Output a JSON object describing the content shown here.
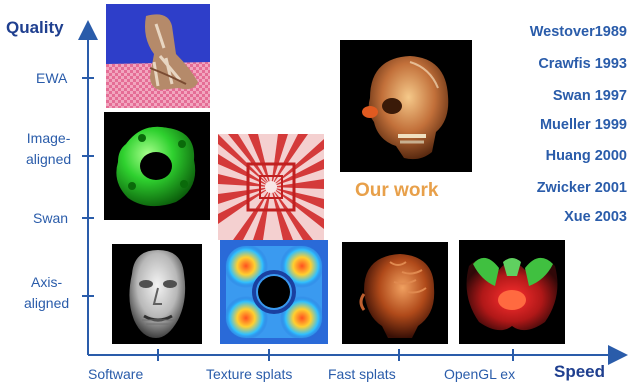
{
  "axes": {
    "y_title": "Quality",
    "x_title": "Speed",
    "y_ticks": [
      "EWA",
      "Image-\naligned",
      "Swan",
      "Axis-\naligned"
    ],
    "x_ticks": [
      "Software",
      "Texture splats",
      "Fast splats",
      "OpenGL ex"
    ]
  },
  "references": [
    "Westover1989",
    "Crawfis 1993",
    "Swan 1997",
    "Mueller 1999",
    "Huang 2000",
    "Zwicker 2001",
    "Xue  2003"
  ],
  "highlight": "Our work",
  "colors": {
    "axis": "#2a5caa",
    "label_text": "#2a5caa",
    "highlight": "#e8a04a"
  },
  "images": {
    "ewa": "foot-skeleton-render",
    "image_aligned": "green-torus-render",
    "texture_tunnel": "checkered-tunnel-render",
    "our_work": "skull-head-render",
    "software": "face-mask-render",
    "texture_splats": "splat-blob-render",
    "fast_splats": "brain-head-render",
    "opengl": "green-red-render"
  }
}
